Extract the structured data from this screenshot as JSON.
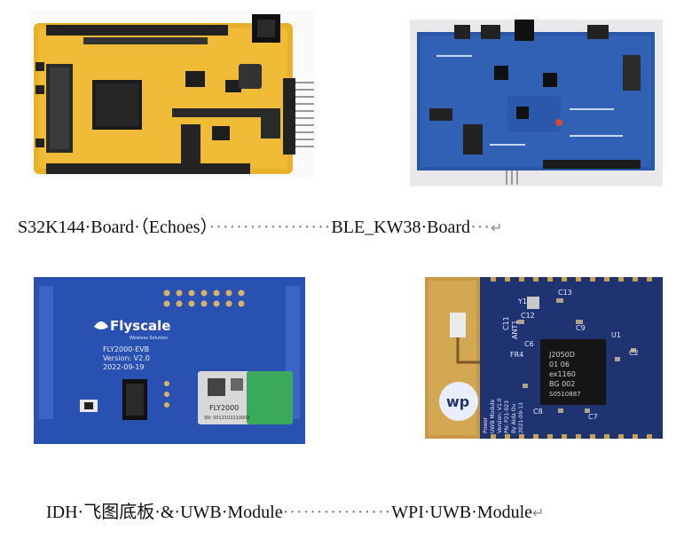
{
  "captions": {
    "row1_left": "S32K144·Board·（Echoes）",
    "row1_dots": "··················",
    "row1_right": "BLE_KW38·Board",
    "row1_tail": "···",
    "row1_return": "↵",
    "row2_left": "IDH·飞图底板·&·UWB·Module",
    "row2_dots": "················",
    "row2_right": "WPI·UWB·Module",
    "row2_return": "↵"
  },
  "photos": {
    "idh": {
      "brand": "Flyscale",
      "brand_sub": "Wireless Solution",
      "model": "FLY2000-EVB",
      "version": "Version: V2.0",
      "date": "2022-09-19",
      "module": "FLY2000",
      "sn": "SN: 0012102210008"
    },
    "wpi": {
      "chip_lines": [
        "J2050D",
        "01  06",
        "ex1160",
        "BG 002",
        "S0510887"
      ],
      "silk_labels": [
        "Y1",
        "C13",
        "C12",
        "C9",
        "U1",
        "C11",
        "ANT1",
        "FR4",
        "C2",
        "C8",
        "C6",
        "C7"
      ],
      "info_lines": [
        "Power",
        "UWB Module",
        "Version: V1.0",
        "PN: P21-023",
        "By Aida Ou",
        "2021-09-13"
      ]
    }
  }
}
